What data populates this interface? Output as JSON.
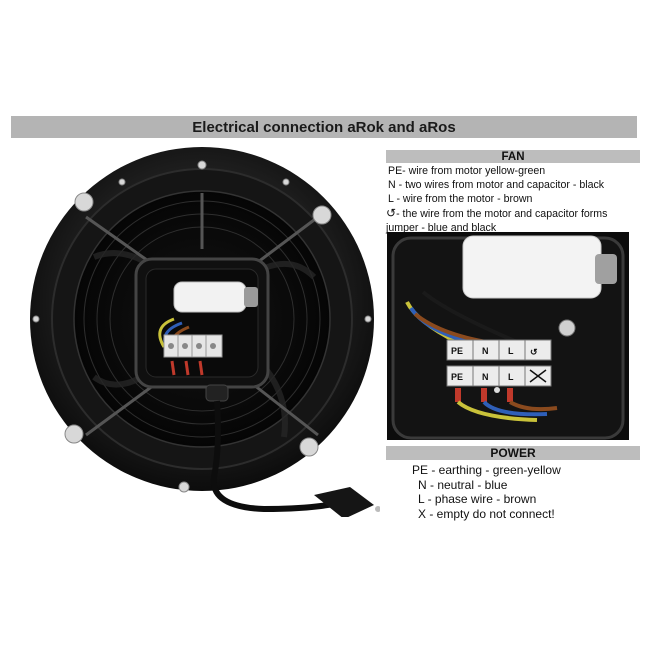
{
  "title": "Electrical connection aRok and aRos",
  "fan": {
    "header": "FAN",
    "lines": [
      "PE- wire from motor yellow-green",
      "N - two wires from motor and capacitor - black",
      "L  - wire from the motor - brown"
    ],
    "rotation_line": "- the wire from the motor and capacitor forms",
    "rotation_line_cont": "jumper - blue and black"
  },
  "terminals": {
    "top_row": [
      "PE",
      "N",
      "L"
    ],
    "bottom_row": [
      "PE",
      "N",
      "L"
    ]
  },
  "power": {
    "header": "POWER",
    "lines": [
      "PE - earthing - green-yellow",
      "N  - neutral - blue",
      "L  - phase wire - brown",
      "X - empty do not connect!"
    ]
  },
  "colors": {
    "title_bar": "#b4b4b4",
    "section_header": "#bdbdbd",
    "fan_body": "#1b1b1b",
    "wire_brown": "#8a4a1e",
    "wire_blue": "#2f5fb8",
    "wire_yellow_green": "#c9c23a"
  },
  "icons": {
    "rotation": "rotation-arrow-icon",
    "empty_terminal": "cross-box-icon"
  }
}
